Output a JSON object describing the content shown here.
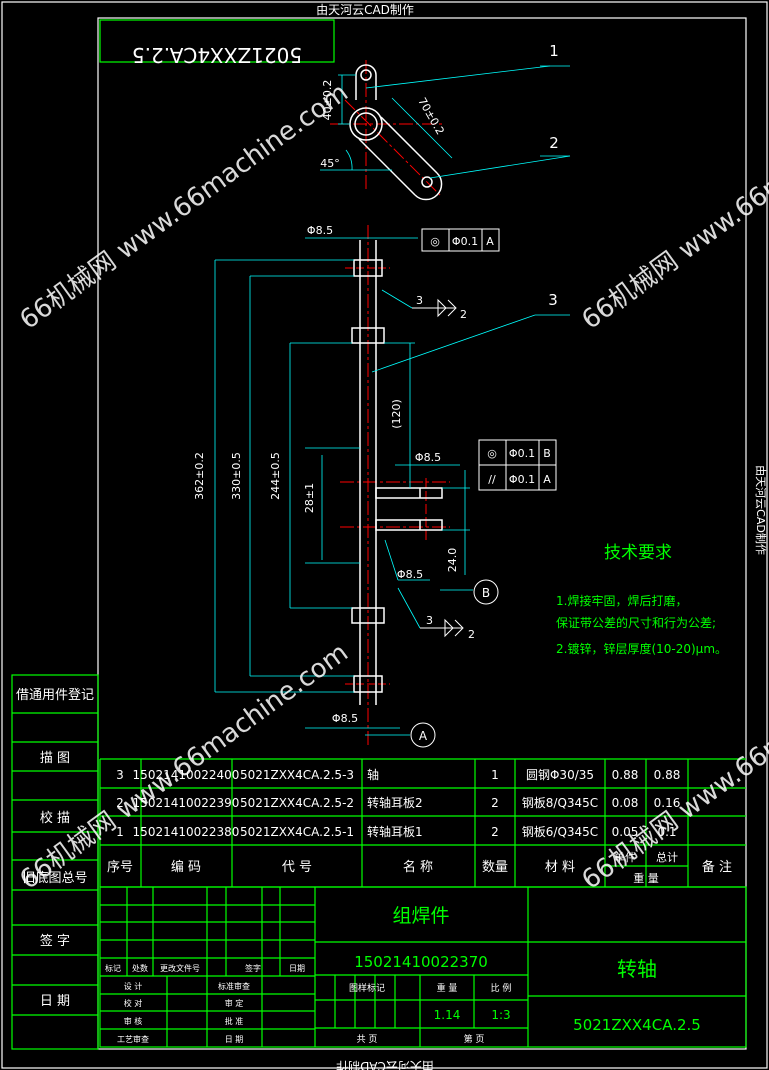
{
  "colors": {
    "background": "#000000",
    "frame": "#ffffff",
    "title_block": "#00ff00",
    "dimension": "#00ffff",
    "centerline": "#ff0000",
    "part_outline": "#ffffff",
    "text_main": "#ffffff",
    "text_block": "#00ff00",
    "watermark": "#ffffff"
  },
  "header_top": "由天河云CAD制作",
  "header_bottom": "由天河云CAD制作",
  "header_side": "由天河云CAD制作",
  "drawing_number_box": "5021ZXX4CA.2.5",
  "watermark_text": "66机械网 www.66machine.com",
  "top_view": {
    "dim_height": "40±0.2",
    "dim_diag": "70±0.2",
    "angle": "45°",
    "callout_1": "1",
    "callout_2": "2"
  },
  "main_view": {
    "dim_phi_top": "Φ8.5",
    "tol_top": {
      "symbol": "◎",
      "value": "Φ0.1",
      "datum": "A"
    },
    "dim_362": "362±0.2",
    "dim_330": "330±0.5",
    "dim_244": "244±0.5",
    "dim_28": "28±1",
    "dim_120": "(120)",
    "dim_phi_mid": "Φ8.5",
    "dim_phi_low": "Φ8.5",
    "dim_24": "24.0",
    "dim_phi_bottom": "Φ8.5",
    "tol_mid": [
      {
        "symbol": "◎",
        "value": "Φ0.1",
        "datum": "B"
      },
      {
        "symbol": "//",
        "value": "Φ0.1",
        "datum": "A"
      }
    ],
    "datum_A": "A",
    "datum_B": "B",
    "weld_top": {
      "left": "3",
      "right": "2"
    },
    "weld_bottom": {
      "left": "3",
      "right": "2"
    },
    "callout_3": "3"
  },
  "tech_requirements": {
    "title": "技术要求",
    "lines": [
      "1.焊接牢固，焊后打磨，",
      "保证带公差的尺寸和行为公差;",
      "2.镀锌，锌层厚度(10-20)μm。"
    ]
  },
  "side_labels": [
    "借通用件登记",
    "描  图",
    "校  描",
    "旧底图总号",
    "签  字",
    "日  期"
  ],
  "bom_header": {
    "seq": "序号",
    "code": "编    码",
    "part_no": "代    号",
    "name": "名    称",
    "qty": "数量",
    "material": "材    料",
    "unit": "单件",
    "total": "总计",
    "weight": "重    量",
    "remark": "备  注"
  },
  "bom_rows": [
    {
      "seq": "3",
      "code": "15021410022400",
      "part_no": "5021ZXX4CA.2.5-3",
      "name": "轴",
      "qty": "1",
      "material": "圆钢Φ30/35",
      "unit": "0.88",
      "total": "0.88"
    },
    {
      "seq": "2",
      "code": "15021410022390",
      "part_no": "5021ZXX4CA.2.5-2",
      "name": "转轴耳板2",
      "qty": "2",
      "material": "钢板8/Q345C",
      "unit": "0.08",
      "total": "0.16"
    },
    {
      "seq": "1",
      "code": "15021410022380",
      "part_no": "5021ZXX4CA.2.5-1",
      "name": "转轴耳板1",
      "qty": "2",
      "material": "钢板6/Q345C",
      "unit": "0.05",
      "total": "0.1"
    }
  ],
  "title_block": {
    "type": "组焊件",
    "code": "15021410022370",
    "part_name": "转轴",
    "drawing_no": "5021ZXX4CA.2.5",
    "rev_headers": [
      "标记",
      "处数",
      "更改文件号",
      "签字",
      "日期"
    ],
    "roles_left": [
      "设  计",
      "校  对",
      "审  核",
      "工艺审查"
    ],
    "roles_right": [
      "标准审查",
      "审  定",
      "批  准",
      "日  期"
    ],
    "stage_label": "图样标记",
    "weight_label": "重  量",
    "scale_label": "比  例",
    "weight": "1.14",
    "scale": "1:3",
    "sheets_total": "共    页",
    "sheet_no": "第    页"
  }
}
